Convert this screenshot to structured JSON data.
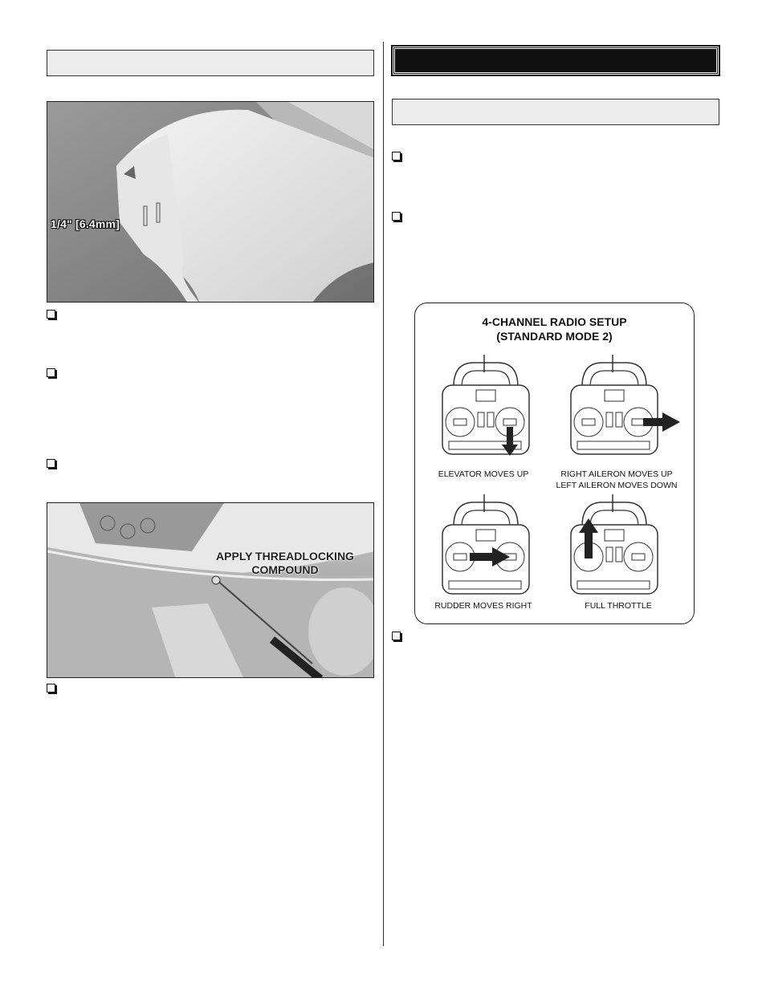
{
  "photos": {
    "top_label": "1/4\" [6.4mm]",
    "bottom_label_line1": "APPLY THREADLOCKING",
    "bottom_label_line2": "COMPOUND"
  },
  "radio_setup": {
    "title_line1": "4-CHANNEL RADIO SETUP",
    "title_line2": "(STANDARD MODE 2)",
    "captions": {
      "elevator": "ELEVATOR MOVES UP",
      "aileron_line1": "RIGHT AILERON MOVES UP",
      "aileron_line2": "LEFT AILERON MOVES DOWN",
      "rudder": "RUDDER MOVES RIGHT",
      "throttle": "FULL THROTTLE"
    }
  },
  "colors": {
    "section_bar": "#ececec",
    "black_bar": "#111111",
    "photo_bg": "#8a8a8a"
  }
}
